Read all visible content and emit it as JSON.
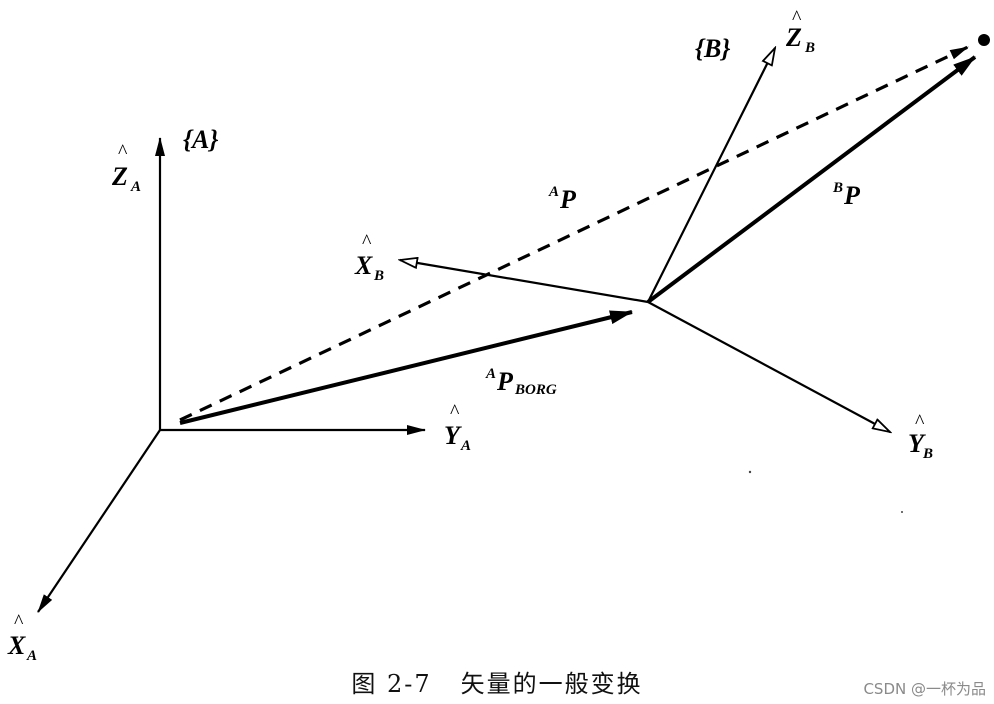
{
  "diagram": {
    "frame_a": "{A}",
    "frame_b": "{B}",
    "axes": {
      "x_a": {
        "letter": "X",
        "subscript": "A"
      },
      "y_a": {
        "letter": "Y",
        "subscript": "A"
      },
      "z_a": {
        "letter": "Z",
        "subscript": "A"
      },
      "x_b": {
        "letter": "X",
        "subscript": "B"
      },
      "y_b": {
        "letter": "Y",
        "subscript": "B"
      },
      "z_b": {
        "letter": "Z",
        "subscript": "B"
      }
    },
    "hat": "^",
    "vectors": {
      "a_p": {
        "superscript": "A",
        "letter": "P"
      },
      "b_p": {
        "superscript": "B",
        "letter": "P"
      },
      "a_p_borg": {
        "superscript": "A",
        "letter": "P",
        "subscript": "BORG"
      }
    }
  },
  "caption": "图 2-7   矢量的一般变换",
  "watermark": "CSDN @一杯为品"
}
